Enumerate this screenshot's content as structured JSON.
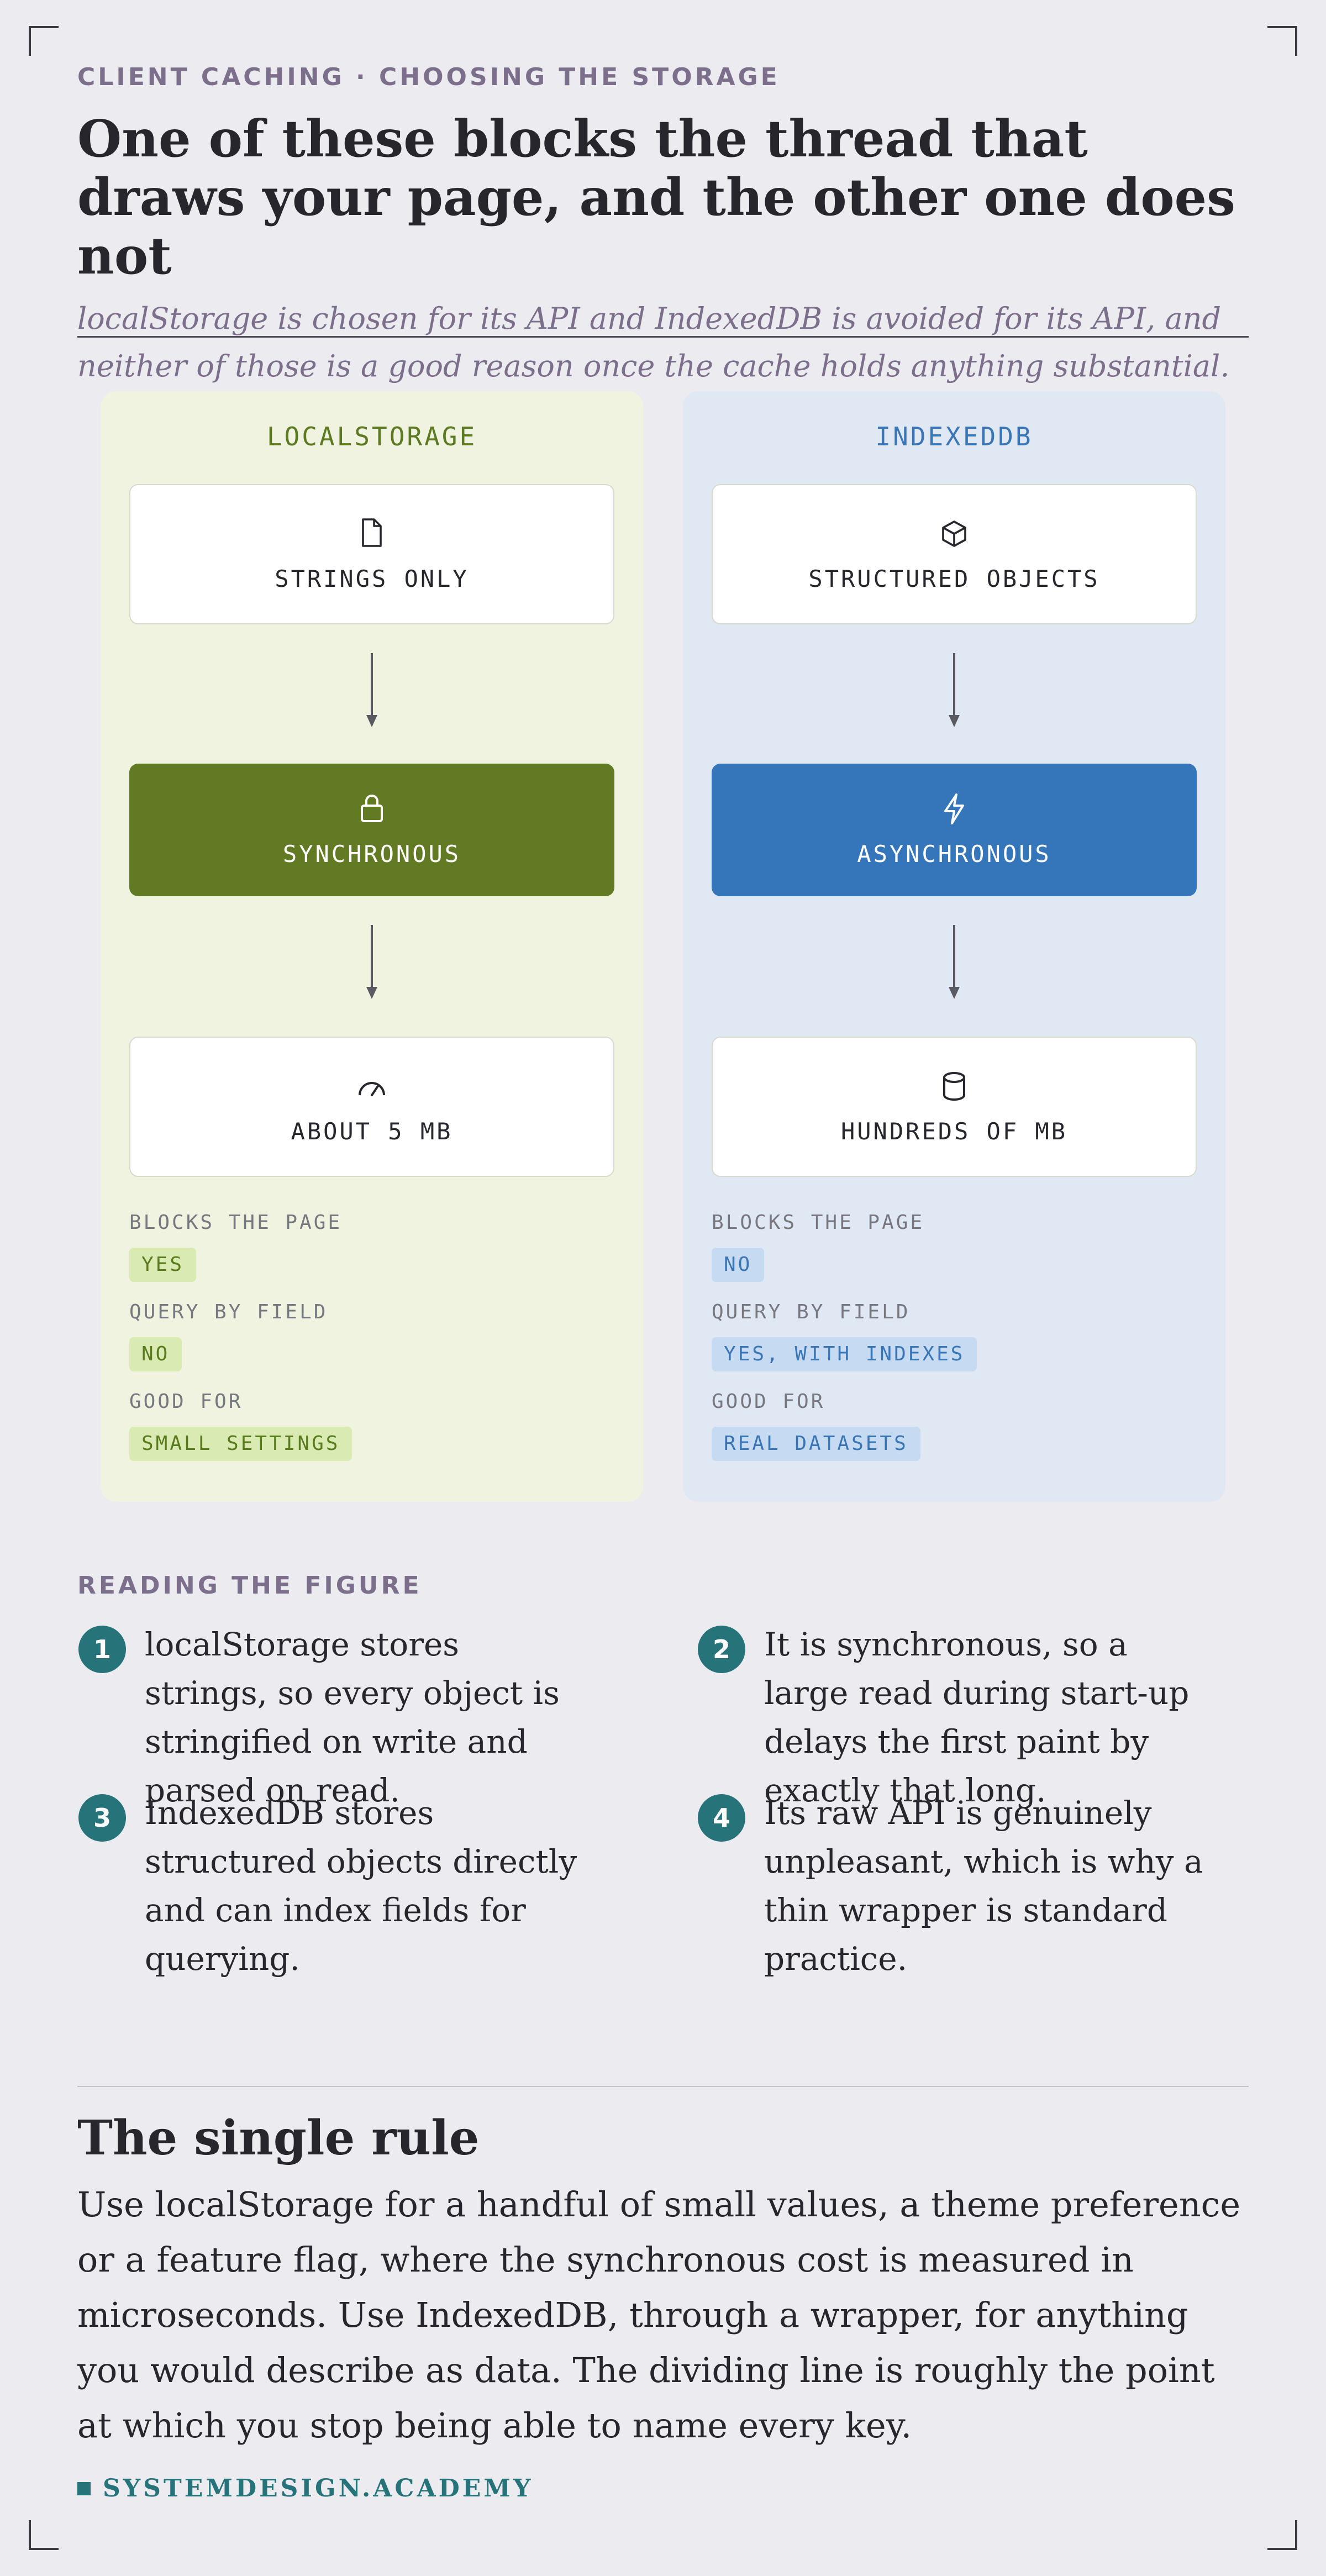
{
  "header": {
    "eyebrow": "CLIENT CACHING · CHOOSING THE STORAGE",
    "title": "One of these blocks the thread that draws your page, and the other one does not",
    "subtitle": "localStorage is chosen for its API and IndexedDB is avoided for its API, and neither of those is a good reason once the cache holds anything substantial."
  },
  "panels": {
    "left": {
      "title": "LOCALSTORAGE",
      "accent": "#627a24",
      "steps": [
        {
          "icon": "document-icon",
          "label": "STRINGS ONLY"
        },
        {
          "icon": "lock-icon",
          "label": "SYNCHRONOUS"
        },
        {
          "icon": "gauge-icon",
          "label": "ABOUT 5 MB"
        }
      ],
      "facts": [
        {
          "label": "BLOCKS THE PAGE",
          "value": "YES"
        },
        {
          "label": "QUERY BY FIELD",
          "value": "NO"
        },
        {
          "label": "GOOD FOR",
          "value": "SMALL SETTINGS"
        }
      ]
    },
    "right": {
      "title": "INDEXEDDB",
      "accent": "#3576bb",
      "steps": [
        {
          "icon": "cube-icon",
          "label": "STRUCTURED OBJECTS"
        },
        {
          "icon": "lightning-icon",
          "label": "ASYNCHRONOUS"
        },
        {
          "icon": "database-icon",
          "label": "HUNDREDS OF MB"
        }
      ],
      "facts": [
        {
          "label": "BLOCKS THE PAGE",
          "value": "NO"
        },
        {
          "label": "QUERY BY FIELD",
          "value": "YES, WITH INDEXES"
        },
        {
          "label": "GOOD FOR",
          "value": "REAL DATASETS"
        }
      ]
    }
  },
  "reading": {
    "eyebrow": "READING THE FIGURE",
    "notes": [
      {
        "num": "1",
        "text": "localStorage stores strings, so every object is stringified on write and parsed on read."
      },
      {
        "num": "2",
        "text": "It is synchronous, so a large read during start-up delays the first paint by exactly that long."
      },
      {
        "num": "3",
        "text": "IndexedDB stores structured objects directly and can index fields for querying."
      },
      {
        "num": "4",
        "text": "Its raw API is genuinely unpleasant, which is why a thin wrapper is standard practice."
      }
    ]
  },
  "rule": {
    "title": "The single rule",
    "body": "Use localStorage for a handful of small values, a theme preference or a feature flag, where the synchronous cost is measured in microseconds. Use IndexedDB, through a wrapper, for anything you would describe as data. The dividing line is roughly the point at which you stop being able to name every key."
  },
  "brand": {
    "name": "SYSTEMDESIGN.ACADEMY",
    "color": "#26737a"
  }
}
